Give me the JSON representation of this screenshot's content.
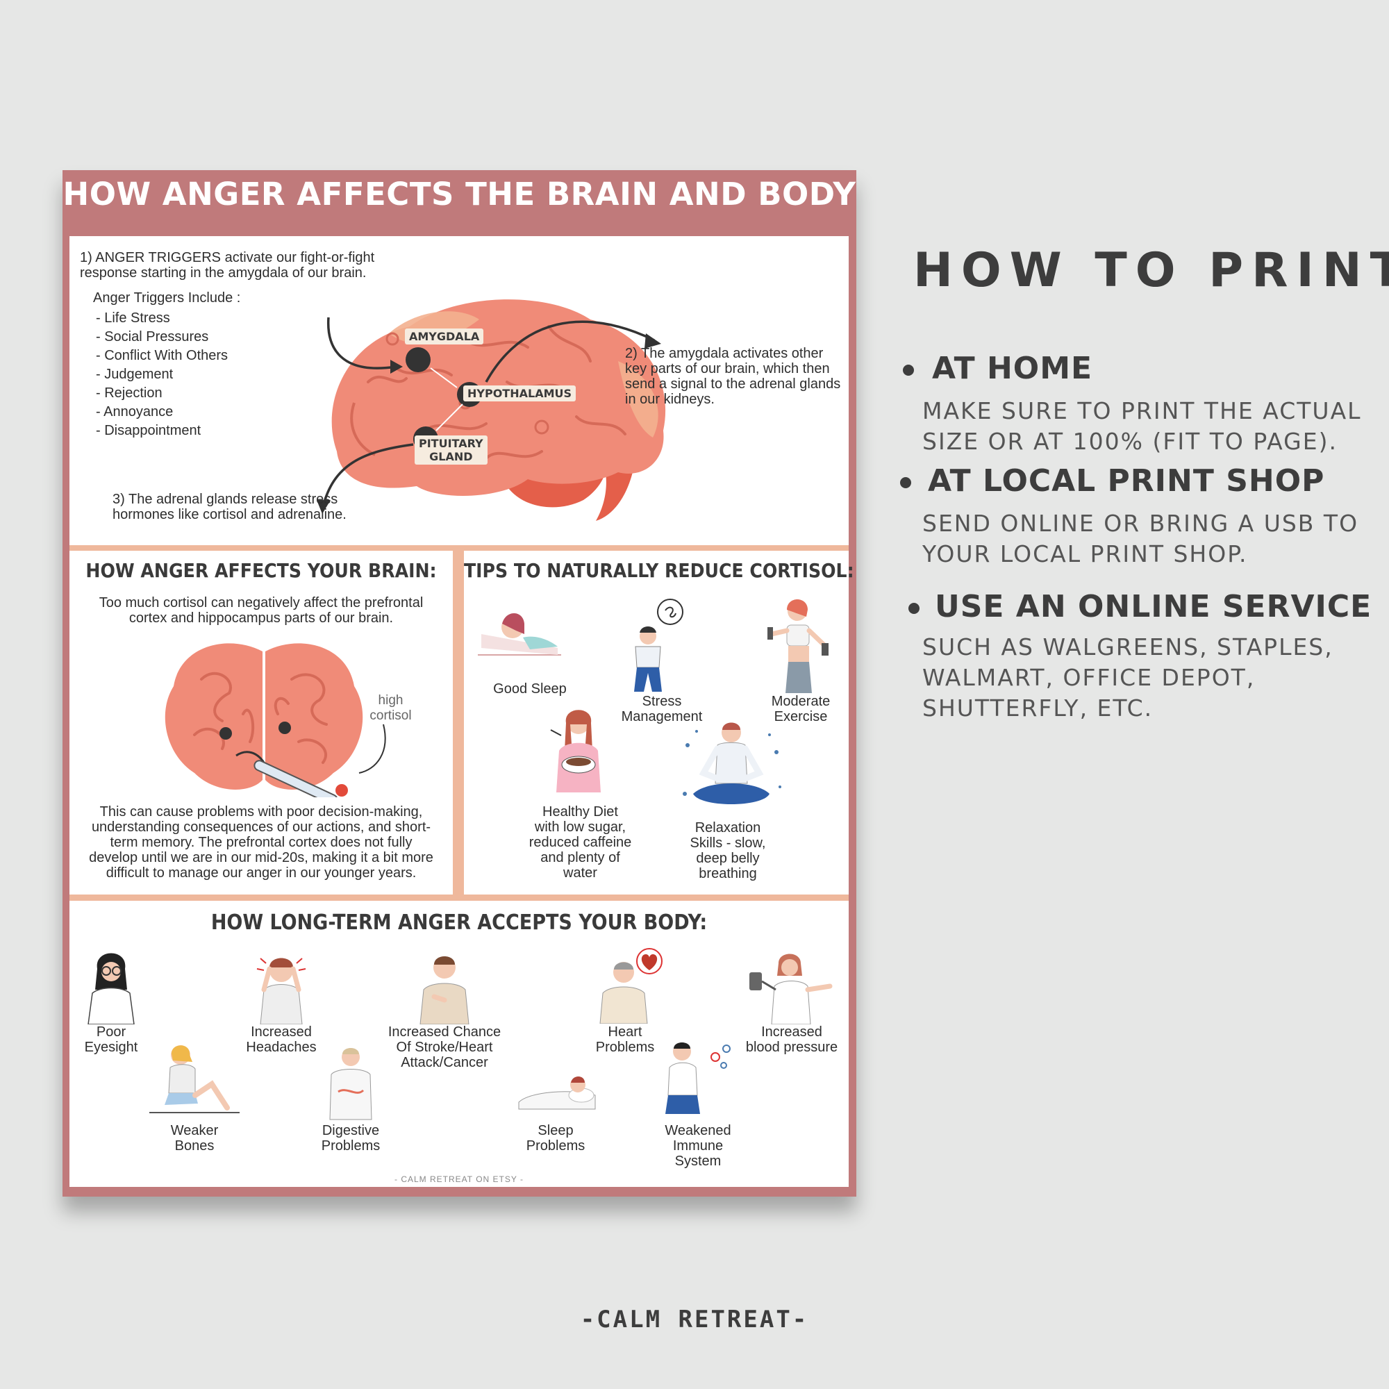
{
  "poster": {
    "title": "HOW ANGER AFFECTS THE BRAIN AND BODY",
    "step1": {
      "line1": "1) ANGER TRIGGERS activate our fight-or-fight",
      "line2": "response starting in the amygdala of our brain.",
      "triggers_label": "Anger Triggers Include :",
      "triggers": [
        "- Life Stress",
        "- Social Pressures",
        "- Conflict With Others",
        "- Judgement",
        "- Rejection",
        "- Annoyance",
        "- Disappointment"
      ]
    },
    "brain_labels": {
      "amygdala": "AMYGDALA",
      "hypothalamus": "HYPOTHALAMUS",
      "pituitary_1": "PITUITARY",
      "pituitary_2": "GLAND"
    },
    "step2": [
      "2) The amygdala activates other",
      "key parts of our brain, which then",
      "send a signal to the adrenal glands",
      "in our kidneys."
    ],
    "step3": [
      "3) The adrenal glands release stress",
      "hormones like cortisol and adrenaline."
    ],
    "brain_section": {
      "heading": "HOW ANGER AFFECTS YOUR BRAIN:",
      "intro": [
        "Too much cortisol can negatively affect the prefrontal",
        "cortex and hippocampus parts of our brain."
      ],
      "thermo_label": [
        "high",
        "cortisol"
      ],
      "body": [
        "This can cause problems with poor decision-making,",
        "understanding consequences of our actions, and short-",
        "term memory. The prefrontal cortex does not fully",
        "develop until we are in our mid-20s, making it a bit more",
        "difficult to manage our anger in our younger years."
      ]
    },
    "tips_section": {
      "heading": "TIPS TO NATURALLY REDUCE CORTISOL:",
      "tips": [
        {
          "lines": [
            "Good Sleep"
          ],
          "icon": "sleeping-person-icon"
        },
        {
          "lines": [
            "Stress",
            "Management"
          ],
          "icon": "stressed-person-icon"
        },
        {
          "lines": [
            "Moderate",
            "Exercise"
          ],
          "icon": "exercising-person-icon"
        },
        {
          "lines": [
            "Healthy Diet",
            "with low sugar,",
            "reduced caffeine",
            "and plenty of",
            "water"
          ],
          "icon": "eating-person-icon"
        },
        {
          "lines": [
            "Relaxation",
            "Skills - slow,",
            "deep belly",
            "breathing"
          ],
          "icon": "meditating-person-icon"
        }
      ]
    },
    "body_section": {
      "heading": "HOW LONG-TERM ANGER ACCEPTS YOUR BODY:",
      "effects": [
        {
          "lines": [
            "Poor",
            "Eyesight"
          ],
          "icon": "glasses-person-icon"
        },
        {
          "lines": [
            "Increased",
            "Headaches"
          ],
          "icon": "headache-person-icon"
        },
        {
          "lines": [
            "Increased Chance",
            "Of Stroke/Heart",
            "Attack/Cancer"
          ],
          "icon": "chest-pain-person-icon"
        },
        {
          "lines": [
            "Heart",
            "Problems"
          ],
          "icon": "heart-patient-icon"
        },
        {
          "lines": [
            "Increased",
            "blood pressure"
          ],
          "icon": "blood-pressure-person-icon"
        },
        {
          "lines": [
            "Weaker",
            "Bones"
          ],
          "icon": "knee-pain-person-icon"
        },
        {
          "lines": [
            "Digestive",
            "Problems"
          ],
          "icon": "stomach-ache-person-icon"
        },
        {
          "lines": [
            "Sleep",
            "Problems"
          ],
          "icon": "insomnia-person-icon"
        },
        {
          "lines": [
            "Weakened",
            "Immune",
            "System"
          ],
          "icon": "sick-person-icon"
        }
      ]
    },
    "credit": "- CALM RETREAT ON ETSY -"
  },
  "howto": {
    "title": "HOW TO PRINT",
    "options": [
      {
        "heading": "AT HOME",
        "desc": [
          "MAKE SURE TO PRINT THE ACTUAL",
          "SIZE OR AT 100% (FIT TO PAGE)."
        ]
      },
      {
        "heading": "AT LOCAL PRINT SHOP",
        "desc": [
          "SEND ONLINE OR BRING A USB TO",
          "YOUR LOCAL PRINT SHOP."
        ]
      },
      {
        "heading": "USE AN ONLINE SERVICE",
        "desc": [
          "SUCH AS WALGREENS, STAPLES,",
          "WALMART, OFFICE DEPOT,",
          "SHUTTERFLY, ETC."
        ]
      }
    ]
  },
  "footer": {
    "brand": "-CALM RETREAT-"
  },
  "colors": {
    "background": "#e6e7e6",
    "poster_frame": "#c07a7b",
    "separator": "#efb89c",
    "brain": "#ef8a78",
    "text": "#3d3d3d"
  }
}
